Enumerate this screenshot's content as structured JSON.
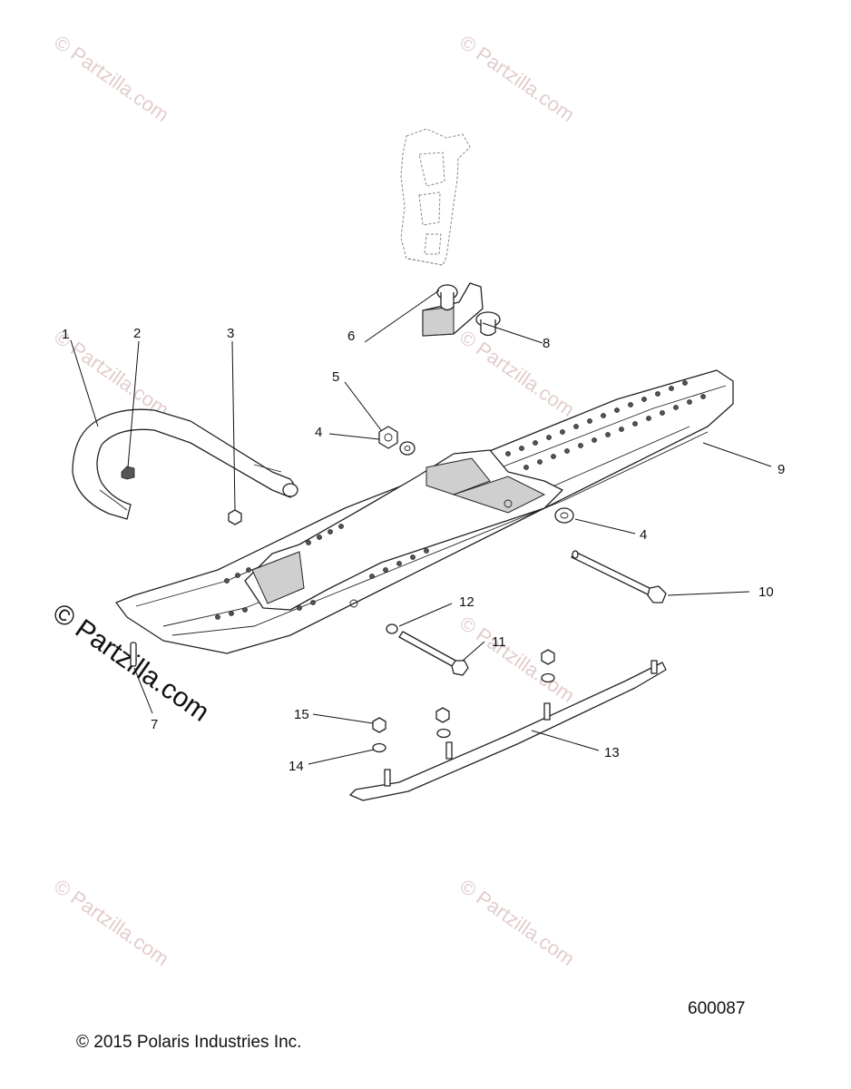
{
  "watermarks": [
    "© Partzilla.com",
    "© Partzilla.com",
    "© Partzilla.com",
    "© Partzilla.com",
    "© Partzilla.com",
    "© Partzilla.com",
    "© Partzilla.com",
    "© Partzilla.com"
  ],
  "callouts": [
    "1",
    "2",
    "3",
    "4",
    "4",
    "5",
    "6",
    "7",
    "8",
    "9",
    "10",
    "11",
    "12",
    "13",
    "14",
    "15"
  ],
  "footer": {
    "copyright": "© 2015 Polaris Industries Inc.",
    "drawing_number": "600087"
  }
}
